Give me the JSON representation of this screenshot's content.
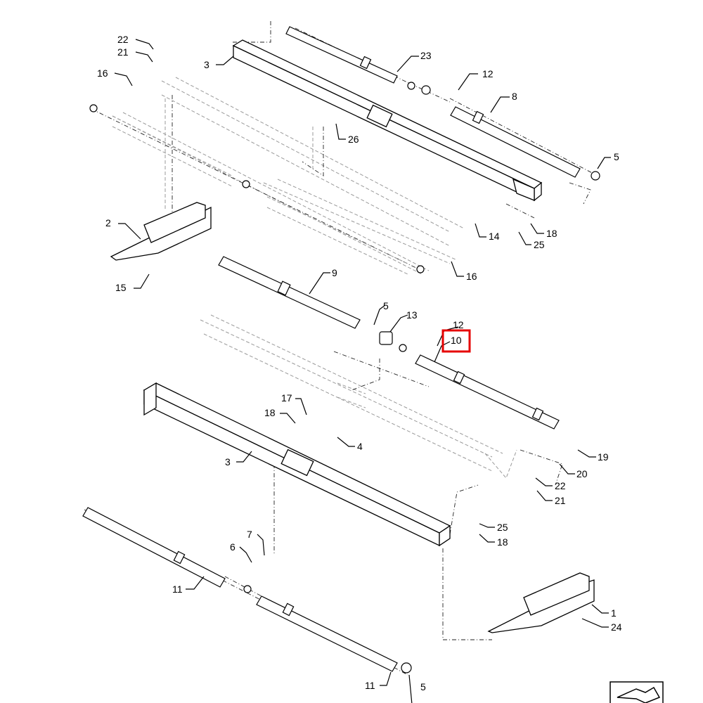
{
  "diagram": {
    "highlight_callout": "10",
    "callouts": [
      {
        "id": "c22a",
        "label": "22"
      },
      {
        "id": "c21a",
        "label": "21"
      },
      {
        "id": "c16a",
        "label": "16"
      },
      {
        "id": "c3a",
        "label": "3"
      },
      {
        "id": "c23",
        "label": "23"
      },
      {
        "id": "c12a",
        "label": "12"
      },
      {
        "id": "c8",
        "label": "8"
      },
      {
        "id": "c5a",
        "label": "5"
      },
      {
        "id": "c26",
        "label": "26"
      },
      {
        "id": "c2",
        "label": "2"
      },
      {
        "id": "c14",
        "label": "14"
      },
      {
        "id": "c18a",
        "label": "18"
      },
      {
        "id": "c25a",
        "label": "25"
      },
      {
        "id": "c15",
        "label": "15"
      },
      {
        "id": "c16b",
        "label": "16"
      },
      {
        "id": "c9",
        "label": "9"
      },
      {
        "id": "c5b",
        "label": "5"
      },
      {
        "id": "c13",
        "label": "13"
      },
      {
        "id": "c12b",
        "label": "12"
      },
      {
        "id": "c10",
        "label": "10"
      },
      {
        "id": "c17",
        "label": "17"
      },
      {
        "id": "c18b",
        "label": "18"
      },
      {
        "id": "c4",
        "label": "4"
      },
      {
        "id": "c3b",
        "label": "3"
      },
      {
        "id": "c19",
        "label": "19"
      },
      {
        "id": "c20",
        "label": "20"
      },
      {
        "id": "c22b",
        "label": "22"
      },
      {
        "id": "c21b",
        "label": "21"
      },
      {
        "id": "c7",
        "label": "7"
      },
      {
        "id": "c6",
        "label": "6"
      },
      {
        "id": "c25b",
        "label": "25"
      },
      {
        "id": "c18c",
        "label": "18"
      },
      {
        "id": "c11a",
        "label": "11"
      },
      {
        "id": "c1",
        "label": "1"
      },
      {
        "id": "c24",
        "label": "24"
      },
      {
        "id": "c11b",
        "label": "11"
      },
      {
        "id": "c5c",
        "label": "5"
      }
    ]
  }
}
